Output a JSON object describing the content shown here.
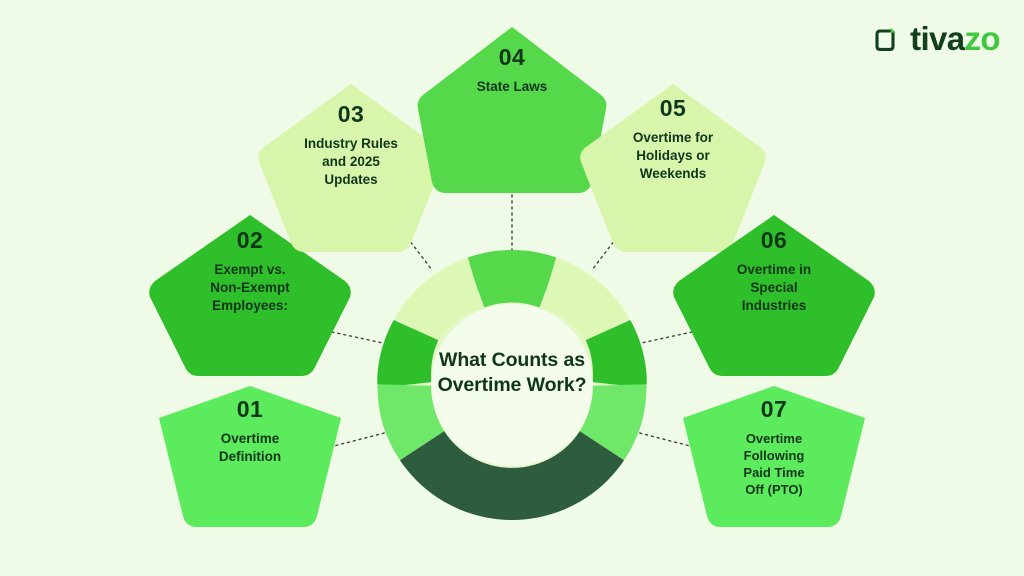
{
  "meta": {
    "background_color": "#f0fbe7",
    "text_color": "#10361a"
  },
  "logo": {
    "brand_part_1": "tiva",
    "brand_part_2": "zo",
    "mark_name": "tivazo-bracket-mark",
    "mark_color": "#12401f",
    "accent_color": "#3fc93f"
  },
  "center": {
    "title_line_1": "What Counts as",
    "title_line_2": "Overtime Work?"
  },
  "nodes": [
    {
      "number": "01",
      "title_lines": [
        "Overtime",
        "Definition"
      ],
      "fill": "#5ceb5c"
    },
    {
      "number": "02",
      "title_lines": [
        "Exempt vs.",
        "Non-Exempt",
        "Employees:"
      ],
      "fill": "#2fbf2a"
    },
    {
      "number": "03",
      "title_lines": [
        "Industry Rules",
        "and 2025",
        "Updates"
      ],
      "fill": "#d7f5ab"
    },
    {
      "number": "04",
      "title_lines": [
        "State Laws"
      ],
      "fill": "#55d84a"
    },
    {
      "number": "05",
      "title_lines": [
        "Overtime for",
        "Holidays or",
        "Weekends"
      ],
      "fill": "#d7f5ab"
    },
    {
      "number": "06",
      "title_lines": [
        "Overtime in",
        "Special",
        "Industries"
      ],
      "fill": "#2fbf2a"
    },
    {
      "number": "07",
      "title_lines": [
        "Overtime",
        "Following",
        "Paid Time",
        "Off (PTO)"
      ],
      "fill": "#5ceb5c"
    }
  ],
  "chart_data": {
    "type": "pie",
    "title": "What Counts as Overtime Work?",
    "subtitle": "",
    "variant": "donut",
    "categories": [
      "Overtime Definition",
      "Exempt vs. Non-Exempt Employees:",
      "Industry Rules and 2025 Updates",
      "State Laws",
      "Overtime for Holidays or Weekends",
      "Overtime in Special Industries",
      "Overtime Following Paid Time Off (PTO)"
    ],
    "values": [
      14.3,
      14.3,
      14.3,
      14.3,
      14.3,
      14.3,
      14.3
    ],
    "segment_colors": [
      "#6fe86a",
      "#2fbf2a",
      "#d7f5ab",
      "#55d84a",
      "#d7f5ab",
      "#2fbf2a",
      "#2d5c3f"
    ],
    "segment_labels": [
      "01",
      "02",
      "03",
      "04",
      "05",
      "06",
      "07"
    ],
    "legend": "none",
    "grid": false,
    "ylabel": "",
    "xlabel": ""
  }
}
